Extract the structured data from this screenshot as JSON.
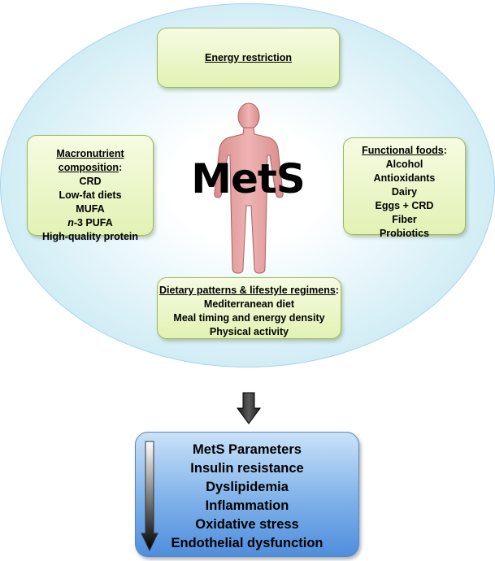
{
  "center": {
    "label": "MetS"
  },
  "energy_box": {
    "title": "Energy restriction"
  },
  "macro_box": {
    "title": "Macronutrient composition",
    "items": [
      "CRD",
      "Low-fat diets",
      "MUFA",
      "n-3 PUFA",
      "High-quality protein"
    ]
  },
  "functional_box": {
    "title": "Functional foods",
    "items": [
      "Alcohol",
      "Antioxidants",
      "Dairy",
      "Eggs + CRD",
      "Fiber",
      "Probiotics"
    ]
  },
  "dietary_box": {
    "title": "Dietary patterns & lifestyle regimens",
    "items": [
      "Mediterranean diet",
      "Meal timing and energy density",
      "Physical activity"
    ]
  },
  "params_box": {
    "items": [
      "MetS Parameters",
      "Insulin resistance",
      "Dyslipidemia",
      "Inflammation",
      "Oxidative stress",
      "Endothelial dysfunction"
    ]
  },
  "colors": {
    "green_box": "#e2f2b4",
    "green_border": "#9bbb59",
    "blue_box": "#7fb1e9",
    "oval": "#b8e0ee",
    "body_fill": "#e8a6a6"
  }
}
